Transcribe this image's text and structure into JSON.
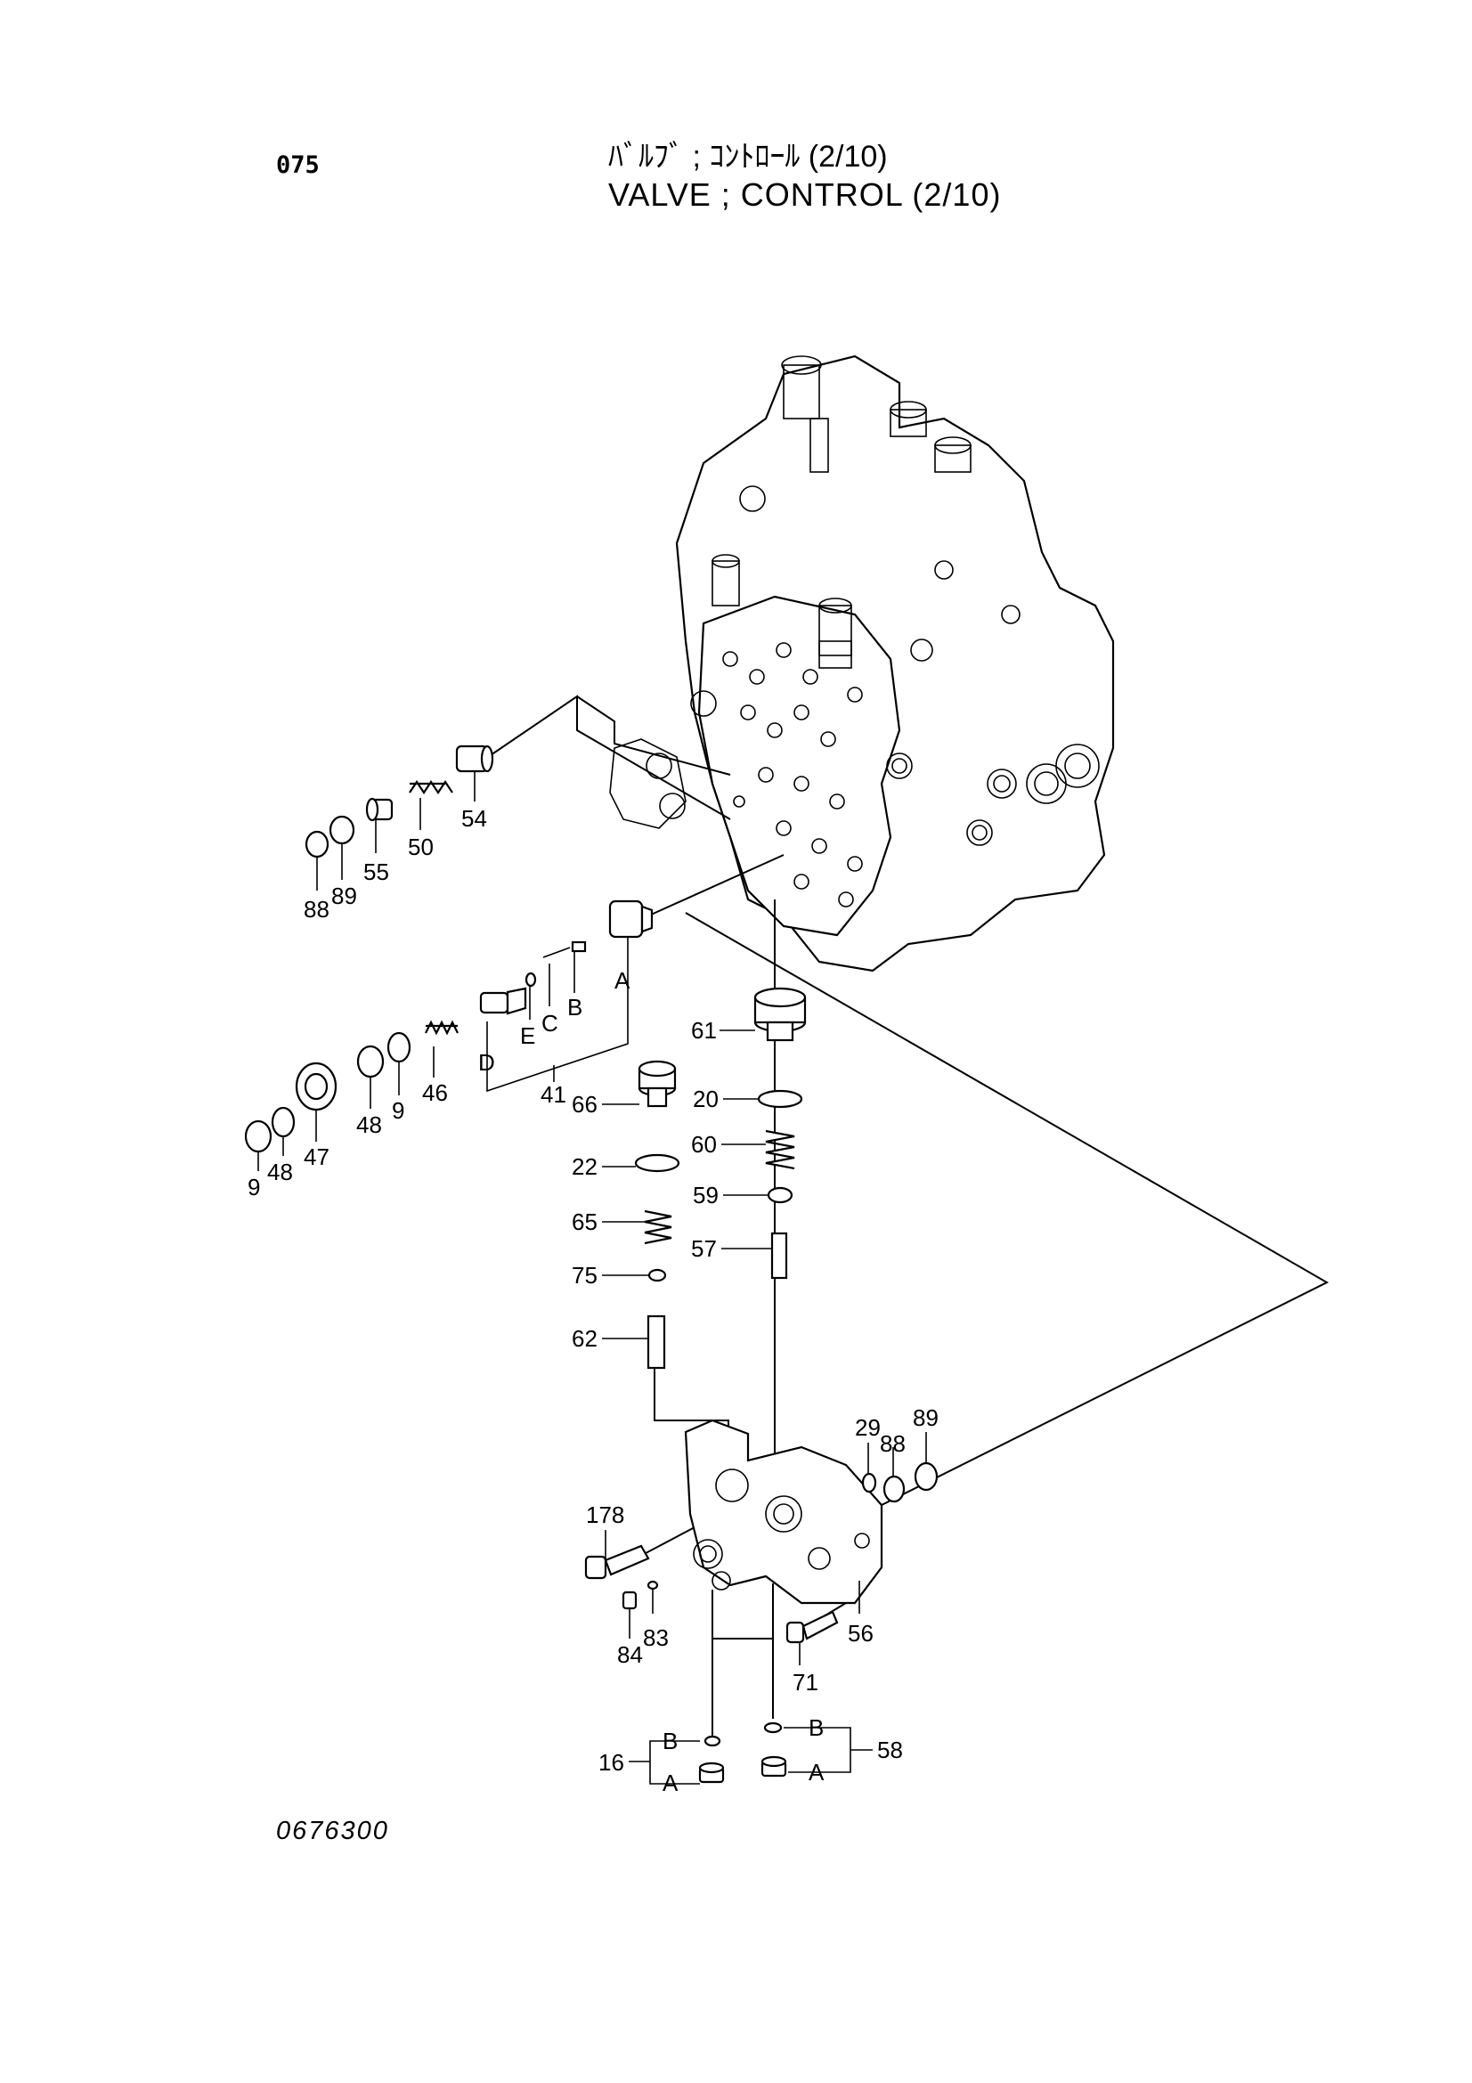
{
  "header": {
    "page_number": "075",
    "title_jp": "ﾊﾞﾙﾌﾞ ; ｺﾝﾄﾛｰﾙ (2/10)",
    "title_en": "VALVE ; CONTROL (2/10)"
  },
  "footer": {
    "drawing_code": "0676300"
  },
  "callouts": {
    "c54": "54",
    "c50": "50",
    "c55": "55",
    "c89a": "89",
    "c88a": "88",
    "cA1": "A",
    "cB1": "B",
    "cC1": "C",
    "cE1": "E",
    "cD1": "D",
    "c41": "41",
    "c46": "46",
    "c9a": "9",
    "c48a": "48",
    "c47": "47",
    "c48b": "48",
    "c9b": "9",
    "c61": "61",
    "c20": "20",
    "c60": "60",
    "c59": "59",
    "c57": "57",
    "c66": "66",
    "c22": "22",
    "c65": "65",
    "c75": "75",
    "c62": "62",
    "c29": "29",
    "c88b": "88",
    "c89b": "89",
    "c178": "178",
    "c84": "84",
    "c83": "83",
    "c71": "71",
    "c56": "56",
    "c16": "16",
    "cB16": "B",
    "cA16": "A",
    "c58": "58",
    "cB58": "B",
    "cA58": "A"
  }
}
